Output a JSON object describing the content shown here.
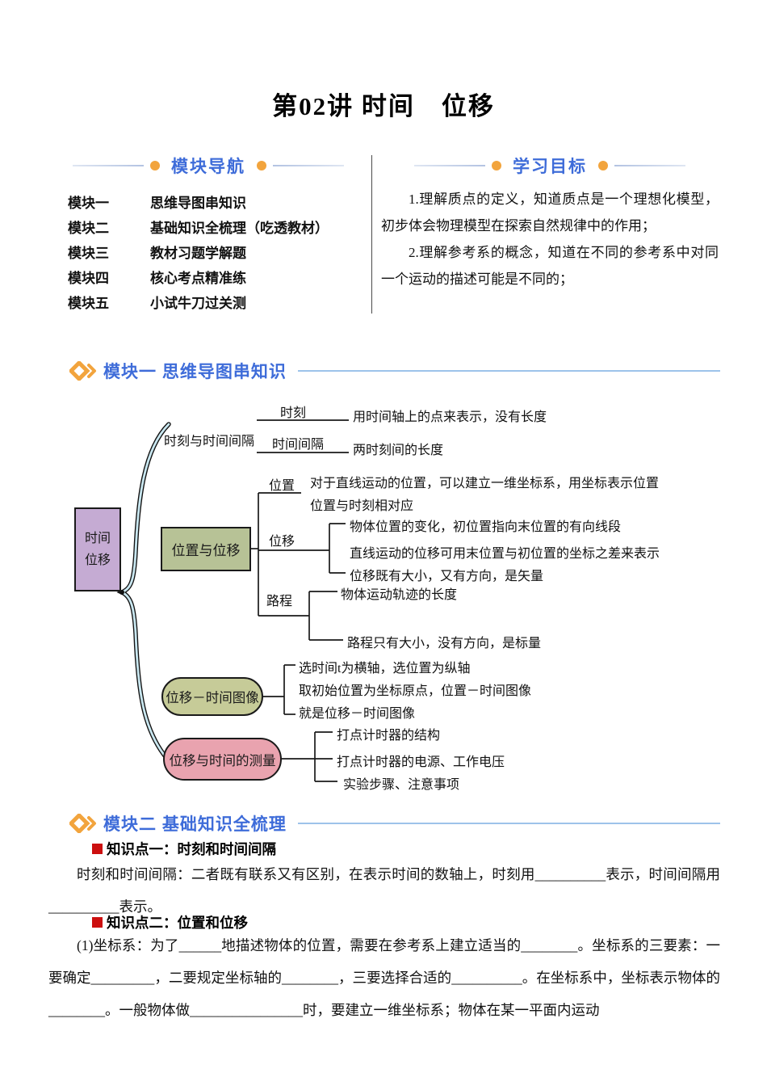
{
  "title": "第02讲 时间　位移",
  "nav": {
    "header": "模块导航",
    "items": [
      {
        "num": "模块一",
        "title": "思维导图串知识"
      },
      {
        "num": "模块二",
        "title": "基础知识全梳理（吃透教材）"
      },
      {
        "num": "模块三",
        "title": "教材习题学解题"
      },
      {
        "num": "模块四",
        "title": "核心考点精准练"
      },
      {
        "num": "模块五",
        "title": "小试牛刀过关测"
      }
    ]
  },
  "objectives": {
    "header": "学习目标",
    "p1": "1.理解质点的定义，知道质点是一个理想化模型，初步体会物理模型在探索自然规律中的作用；",
    "p2": "2.理解参考系的概念，知道在不同的参考系中对同一个运动的描述可能是不同的；"
  },
  "sections": {
    "module1": "模块一 思维导图串知识",
    "module2": "模块二 基础知识全梳理"
  },
  "mindmap": {
    "root_line1": "时间",
    "root_line2": "位移",
    "branch1": {
      "label": "时刻与时间间隔",
      "sub1_label": "时刻",
      "sub1_desc": "用时间轴上的点来表示，没有长度",
      "sub2_label": "时间间隔",
      "sub2_desc": "两时刻间的长度"
    },
    "branch2": {
      "label": "位置与位移",
      "pos_label": "位置",
      "pos_desc1": "对于直线运动的位置，可以建立一维坐标系，用坐标表示位置",
      "pos_desc2": "位置与时刻相对应",
      "disp_label": "位移",
      "disp_desc1": "物体位置的变化，初位置指向末位置的有向线段",
      "disp_desc2": "直线运动的位移可用末位置与初位置的坐标之差来表示",
      "disp_desc3": "位移既有大小，又有方向，是矢量",
      "path_label": "路程",
      "path_desc1": "物体运动轨迹的长度",
      "path_desc2": "路程只有大小，没有方向，是标量"
    },
    "branch3": {
      "label": "位移－时间图像",
      "desc1": "选时间t为横轴，选位置为纵轴",
      "desc2": "取初始位置为坐标原点，位置－时间图像",
      "desc3": "就是位移－时间图像"
    },
    "branch4": {
      "label": "位移与时间的测量",
      "desc1": "打点计时器的结构",
      "desc2": "打点计时器的电源、工作电压",
      "desc3": "实验步骤、注意事项"
    }
  },
  "knowledge": {
    "kp1_title": "知识点一：时刻和时间间隔",
    "kp1_text": "时刻和时间间隔：二者既有联系又有区别，在表示时间的数轴上，时刻用__________表示，时间间隔用__________表示。",
    "kp2_title": "知识点二：位置和位移",
    "kp2_text": "(1)坐标系：为了______地描述物体的位置，需要在参考系上建立适当的________。坐标系的三要素：一要确定_________，二要规定坐标轴的________，三要选择合适的__________。在坐标系中，坐标表示物体的________。一般物体做________________时，要建立一维坐标系；物体在某一平面内运动"
  },
  "colors": {
    "header_blue": "#3e6cd9",
    "accent_orange": "#f2a43d",
    "rule_blue": "#9dc3ea",
    "kp_red": "#cc0f0f",
    "root_purple": "#c5abd3",
    "node_green": "#b7c296",
    "node_olive": "#c6cb98",
    "node_pink": "#e9a3af",
    "brace_blue": "#c9e7f0"
  }
}
